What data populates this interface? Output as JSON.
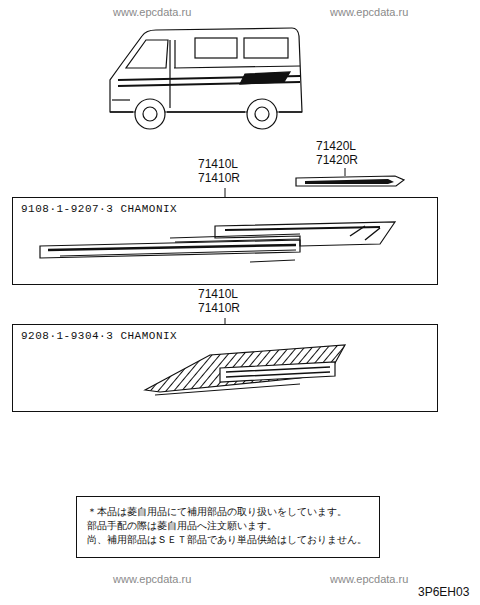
{
  "diagram": {
    "nodes": [
      {
        "text": [
          "9108·1-9207·3 CHAMONIX"
        ]
      },
      {
        "text": [
          "9208·1-9304·3 CHAMONIX"
        ]
      },
      {
        "text": [
          "＊本品は菱自用品にて補用部品の取り扱いをしています。",
          "部品手配の際は菱自用品へ注文願います。",
          "尚、補用部品はＳＥＴ部品であり単品供給はしておりません。"
        ]
      }
    ],
    "labels": [
      "www.epcdata.ru",
      "www.epcdata.ru",
      "71420L",
      "71420R",
      "71410L",
      "71410R",
      "71410L",
      "71410R",
      "www.epcdata.ru",
      "www.epcdata.ru",
      "3P6EH03"
    ]
  }
}
